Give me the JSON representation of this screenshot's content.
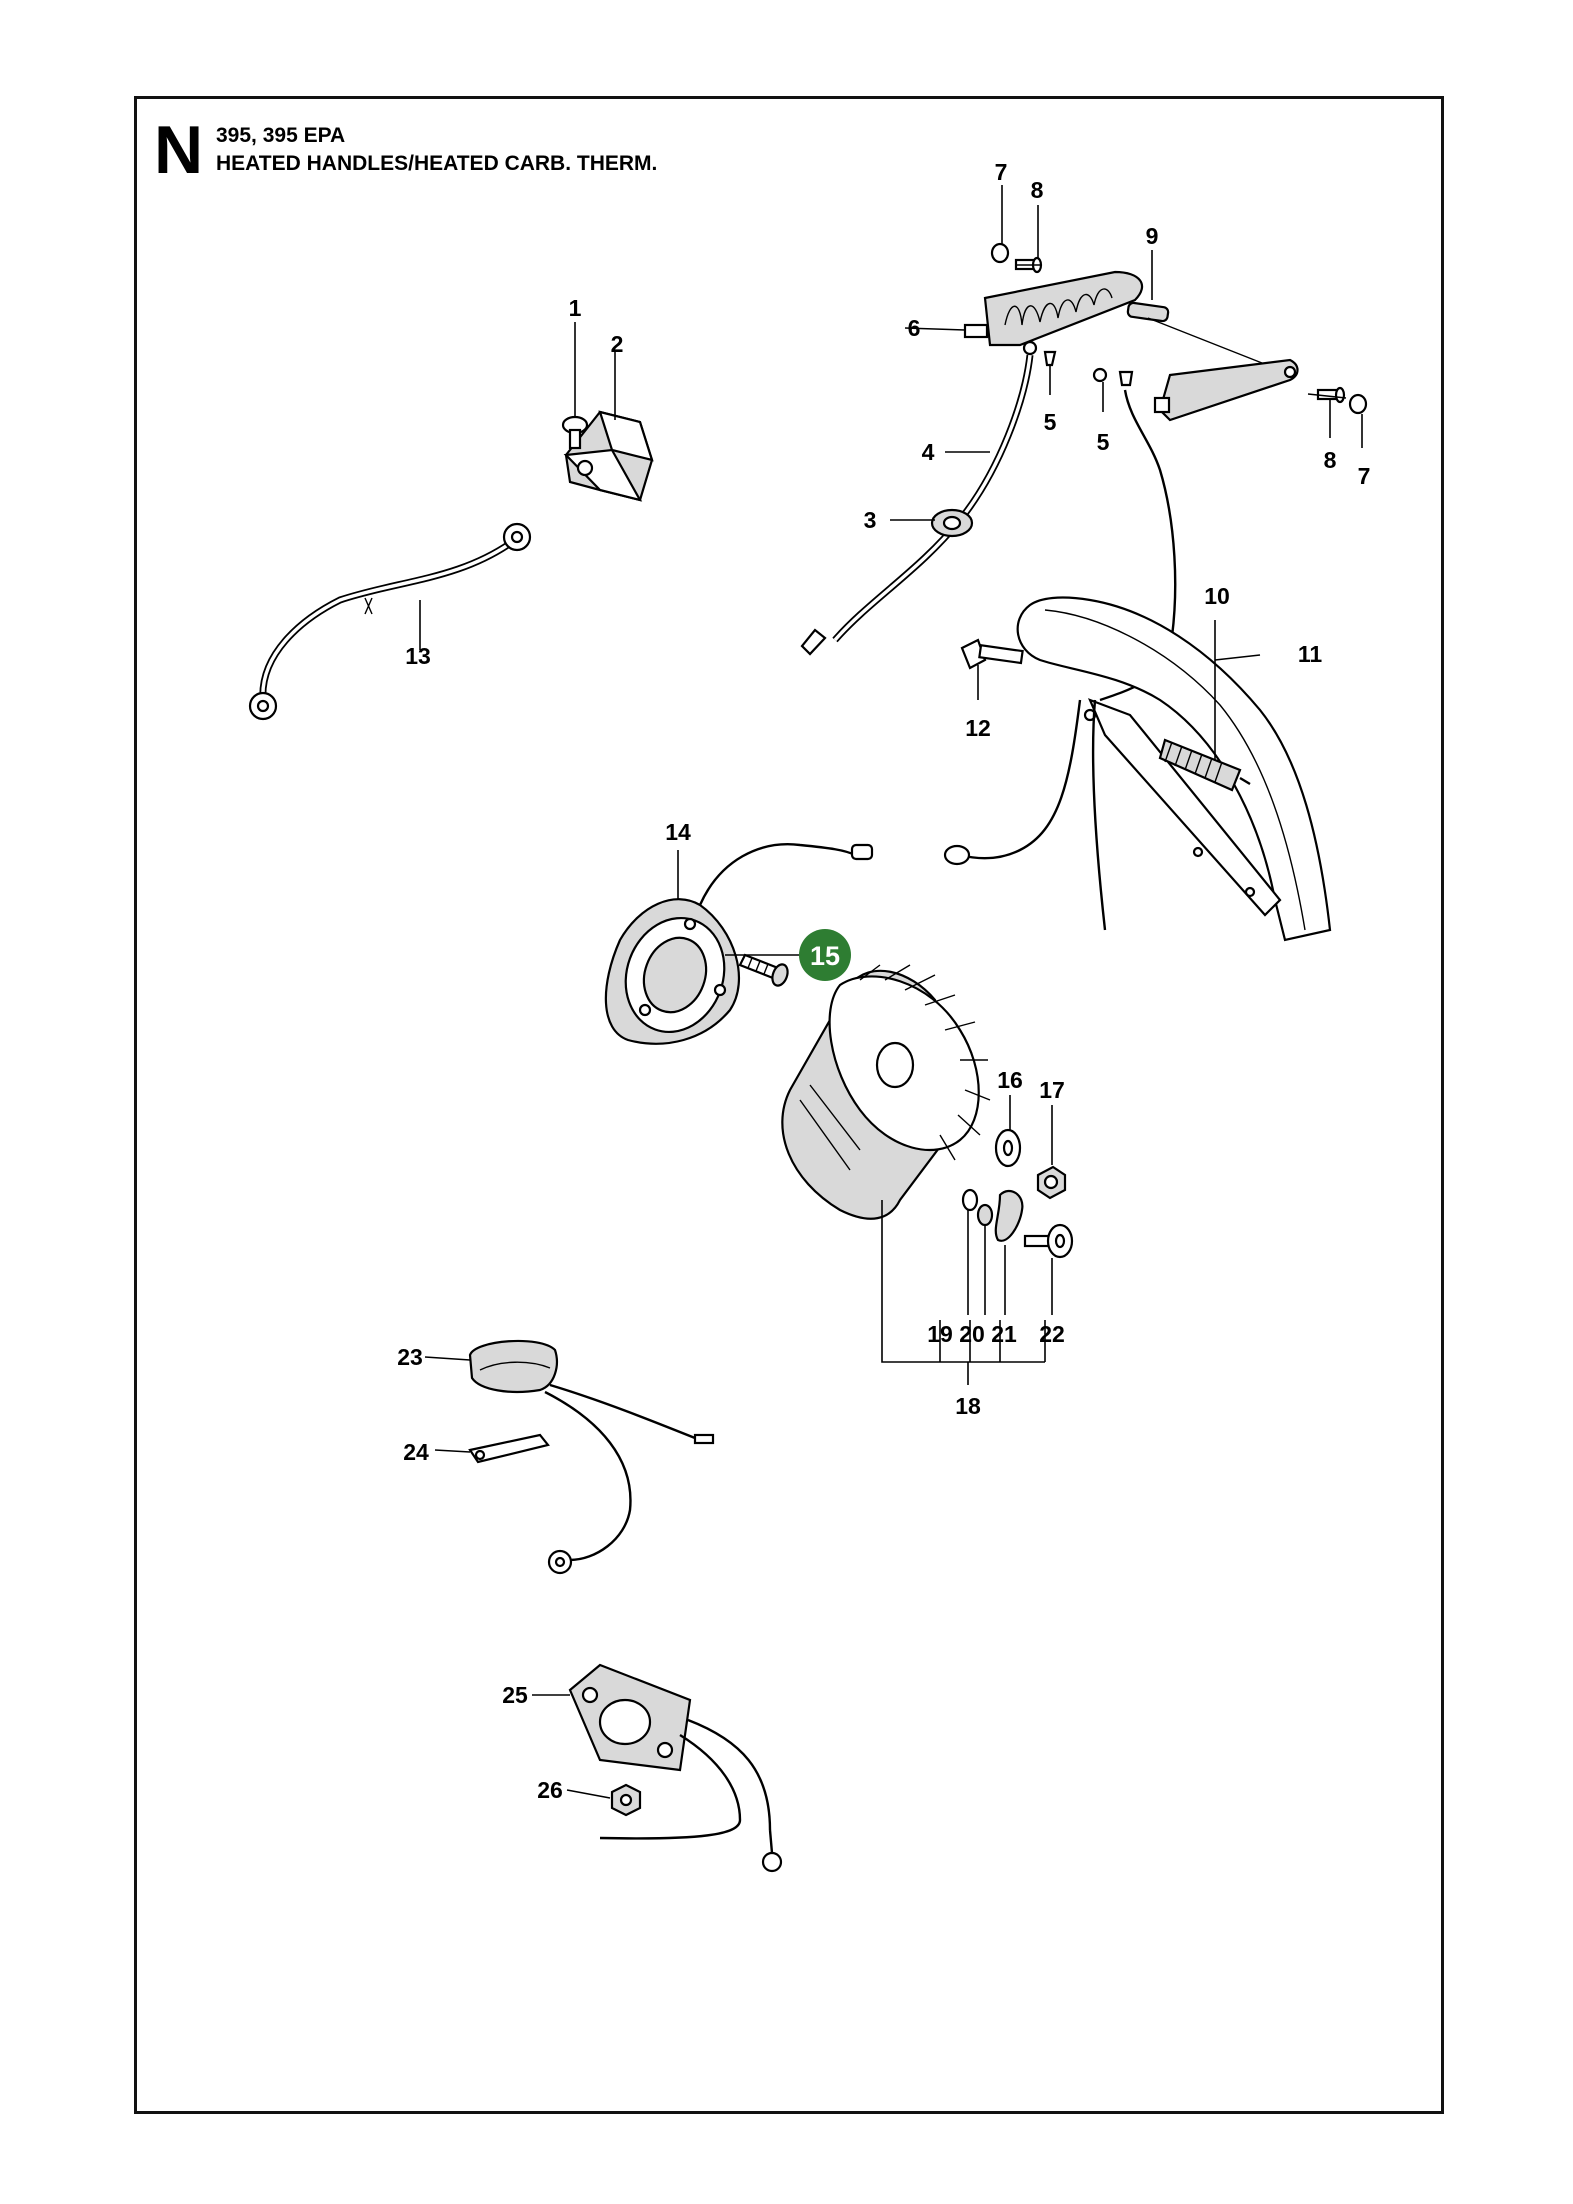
{
  "header": {
    "section_letter": "N",
    "model": "395, 395 EPA",
    "title": "HEATED HANDLES/HEATED CARB. THERM."
  },
  "highlight": {
    "part": "15",
    "color": "#2e7d32"
  },
  "labels": {
    "p1": "1",
    "p2": "2",
    "p3": "3",
    "p4": "4",
    "p5a": "5",
    "p5b": "5",
    "p6": "6",
    "p7a": "7",
    "p7b": "7",
    "p8a": "8",
    "p8b": "8",
    "p9": "9",
    "p10": "10",
    "p11": "11",
    "p12": "12",
    "p13": "13",
    "p14": "14",
    "p16": "16",
    "p17": "17",
    "p18": "18",
    "p19": "19",
    "p20": "20",
    "p21": "21",
    "p22": "22",
    "p23": "23",
    "p24": "24",
    "p25": "25",
    "p26": "26"
  }
}
